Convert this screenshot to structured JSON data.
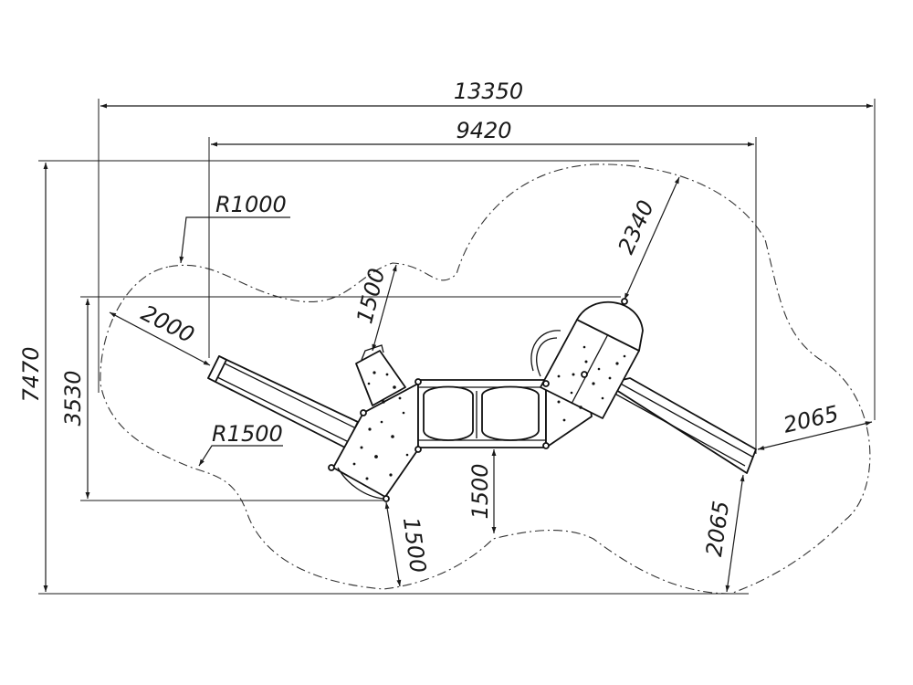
{
  "drawing": {
    "type": "playground equipment plan with dimensions",
    "dimensions": {
      "overall_length": "13350",
      "equipment_length": "9420",
      "overall_width": "7470",
      "equipment_width": "3530",
      "radius_top": "R1000",
      "radius_bottom": "R1500",
      "clearance_left_slide": "2000",
      "clearance_tower_top": "1500",
      "clearance_roof": "2340",
      "clearance_right_horizontal": "2065",
      "clearance_right_vertical": "2065",
      "clearance_tunnel_bottom": "1500",
      "clearance_tower_bottom": "1500"
    }
  }
}
